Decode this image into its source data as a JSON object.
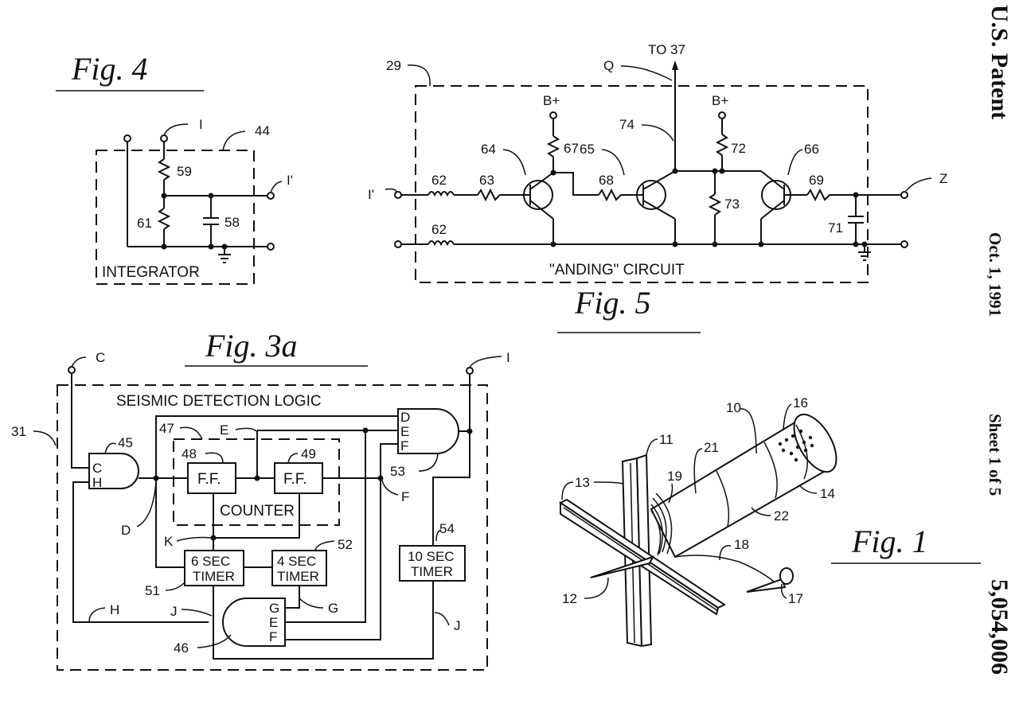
{
  "header": {
    "patent_label": "U.S. Patent",
    "date": "Oct. 1, 1991",
    "sheet": "Sheet 1 of 5",
    "patent_number": "5,054,006"
  },
  "fig4": {
    "title": "Fig. 4",
    "block_label": "INTEGRATOR",
    "refs": {
      "block": "44",
      "r_top": "59",
      "r_bottom": "61",
      "cap": "58",
      "in": "I",
      "out": "I'"
    }
  },
  "fig5": {
    "title": "Fig. 5",
    "block_label": "\"ANDING\" CIRCUIT",
    "output_label": "TO 37",
    "refs": {
      "block": "29",
      "q": "Q",
      "in": "I'",
      "out": "Z",
      "ind_top": "62",
      "ind_bottom": "62",
      "r63": "63",
      "t64": "64",
      "t65": "65",
      "t66": "66",
      "r67": "67",
      "r68": "68",
      "r69": "69",
      "c71": "71",
      "r72": "72",
      "r73": "73",
      "w74": "74",
      "bplus1": "B+",
      "bplus2": "B+"
    }
  },
  "fig3a": {
    "title": "Fig. 3a",
    "block_label": "SEISMIC DETECTION LOGIC",
    "counter_label": "COUNTER",
    "ff_label": "F.F.",
    "timer6": [
      "6 SEC",
      "TIMER"
    ],
    "timer4": [
      "4 SEC",
      "TIMER"
    ],
    "timer10": [
      "10 SEC",
      "TIMER"
    ],
    "refs": {
      "block": "31",
      "counter": "47",
      "ff1": "48",
      "ff2": "49",
      "gate45": "45",
      "gate46": "46",
      "gate53": "53",
      "timer51": "51",
      "timer52": "52",
      "timer54": "54",
      "C": "C",
      "I": "I",
      "D": "D",
      "E": "E",
      "F": "F",
      "G": "G",
      "H": "H",
      "H2": "H",
      "J": "J",
      "J2": "J",
      "K": "K"
    },
    "gate45_inputs": [
      "C",
      "H"
    ],
    "gate53_inputs": [
      "D",
      "E",
      "F"
    ],
    "gate46_inputs": [
      "G",
      "E",
      "F"
    ]
  },
  "fig1": {
    "title": "Fig. 1",
    "refs": [
      "10",
      "11",
      "12",
      "13",
      "14",
      "16",
      "17",
      "18",
      "19",
      "21",
      "22"
    ]
  }
}
